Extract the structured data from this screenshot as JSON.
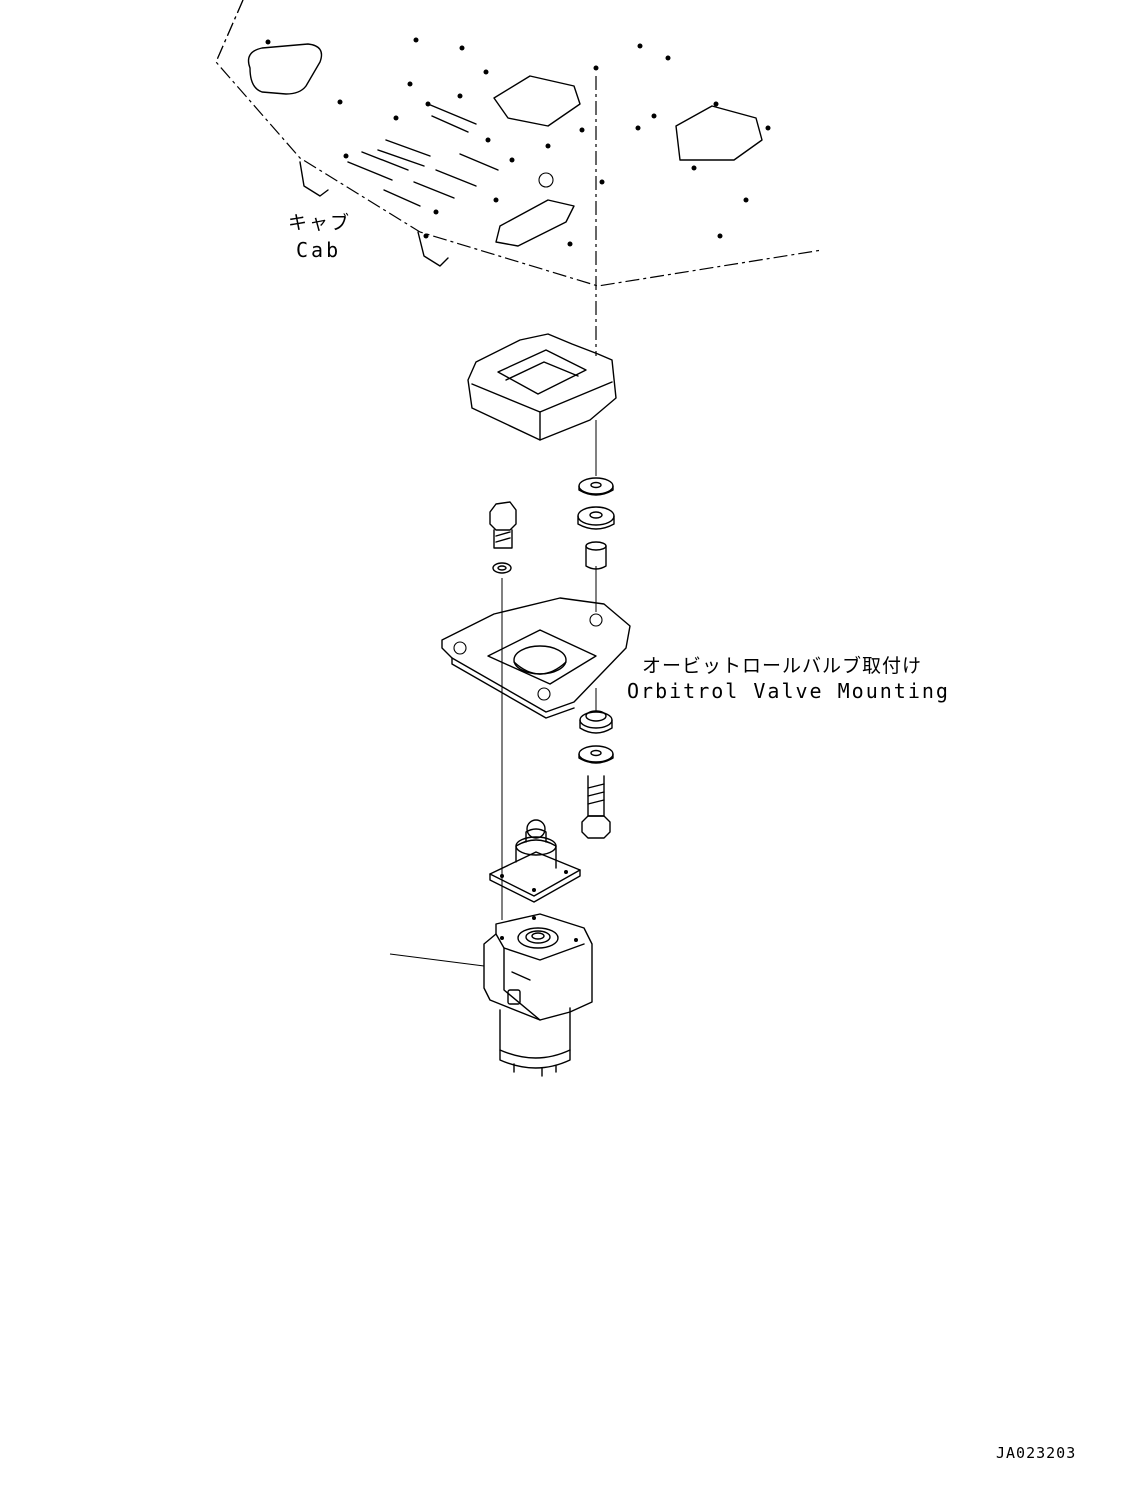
{
  "labels": {
    "cab_jp": "キャブ",
    "cab_en": "Cab",
    "mounting_jp": "オービットロールバルブ取付け",
    "mounting_en": "Orbitrol Valve Mounting",
    "drawing_code": "JA023203"
  },
  "colors": {
    "line": "#000000",
    "background": "#ffffff"
  }
}
